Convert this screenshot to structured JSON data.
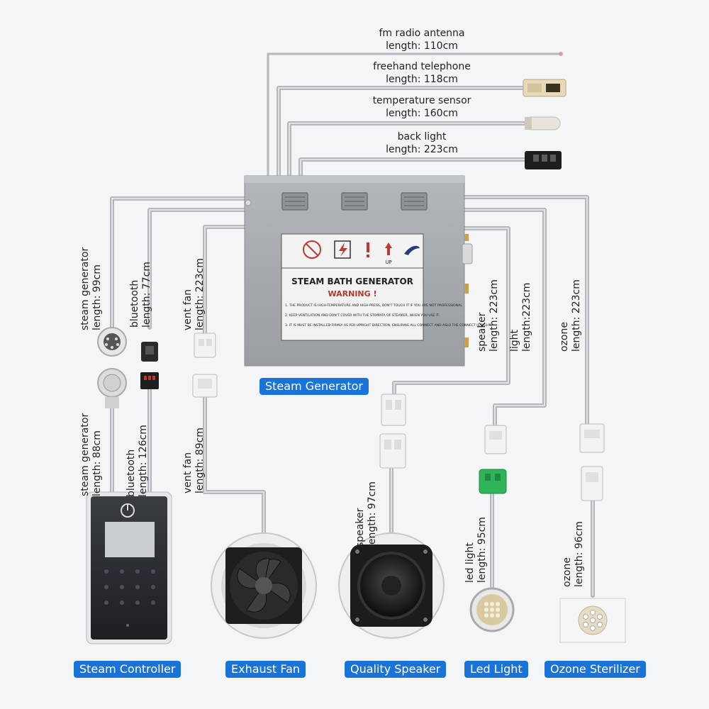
{
  "cables_top": [
    {
      "name": "fm radio antenna",
      "length": "length: 110cm"
    },
    {
      "name": "freehand telephone",
      "length": "length: 118cm"
    },
    {
      "name": "temperature sensor",
      "length": "length: 160cm"
    },
    {
      "name": "back light",
      "length": "length: 223cm"
    }
  ],
  "cables_left": [
    {
      "name": "steam generator",
      "length": "length: 99cm"
    },
    {
      "name": "bluetooth",
      "length": "length: 77cm"
    },
    {
      "name": "vent fan",
      "length": "length: 223cm"
    }
  ],
  "cables_right": [
    {
      "name": "speaker",
      "length": "length: 223cm"
    },
    {
      "name": "light",
      "length": "length:223cm"
    },
    {
      "name": "ozone",
      "length": "length: 223cm"
    }
  ],
  "cables_lower": [
    {
      "name": "steam generator",
      "length": "length: 88cm"
    },
    {
      "name": "bluetooth",
      "length": "length: 126cm"
    },
    {
      "name": "vent fan",
      "length": "length: 89cm"
    },
    {
      "name": "speaker",
      "length": "length: 97cm"
    },
    {
      "name": "led light",
      "length": "length: 95cm"
    },
    {
      "name": "ozone",
      "length": "length: 96cm"
    }
  ],
  "generator_panel": {
    "title": "STEAM BATH GENERATOR",
    "warning": "WARNING !",
    "notes": [
      "1. THE PRODUCT IS HIGH-TEMPERATURE AND HIGH-PRESS, DON'T TOUCH IT IF YOU ARE NOT PROFESSIONAL",
      "2. KEEP VENTILATION AND DON'T COVER WITH THE STOMATA OF STEAMER, WHEN YOU USE IT.",
      "3. IT IS MUST BE INSTALLED FIRMLY AS PER UPRIGHT DIRECTION, ENSURING ALL CONNECT AND ASLO THE CONNECT IS RIGHT."
    ],
    "up_label": "UP"
  },
  "components": {
    "generator": "Steam Generator",
    "controller": "Steam Controller",
    "fan": "Exhaust Fan",
    "speaker": "Quality Speaker",
    "led": "Led Light",
    "ozone": "Ozone Sterilizer"
  },
  "colors": {
    "badge": "#1a73d9",
    "cable": "#b4b8bc",
    "box": "#a6aaae",
    "green_connector": "#2fb45a"
  }
}
